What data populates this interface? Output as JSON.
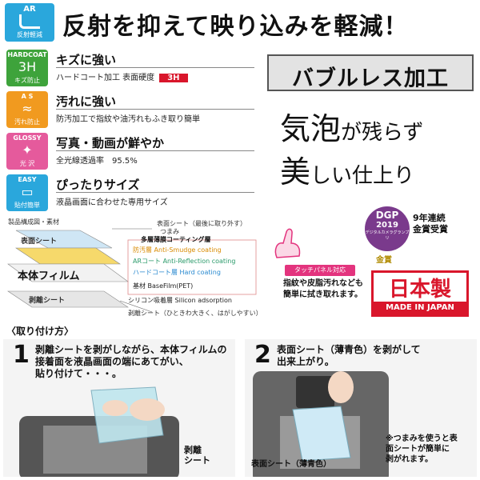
{
  "header": {
    "badge_top": "AR",
    "badge_bottom": "反射軽減",
    "title": "反射を抑えて映り込みを軽減！"
  },
  "features": [
    {
      "badge_label": "HARDCOAT",
      "badge_sub": "キズ防止",
      "badge_icon": "3H",
      "title": "キズに強い",
      "desc": "ハードコート加工 表面硬度",
      "extra": "3H",
      "color": "#3ea33b"
    },
    {
      "badge_label": "A S",
      "badge_sub": "汚れ防止",
      "badge_icon": "≈",
      "title": "汚れに強い",
      "desc": "防汚加工で指紋や油汚れもふき取り簡単",
      "color": "#f19a1f"
    },
    {
      "badge_label": "GLOSSY",
      "badge_sub": "光 沢",
      "badge_icon": "✦",
      "title": "写真・動画が鮮やか",
      "desc": "全光線透過率　95.5%",
      "color": "#e55a9c"
    },
    {
      "badge_label": "EASY",
      "badge_sub": "貼付簡単",
      "badge_icon": "▭",
      "title": "ぴったりサイズ",
      "desc": "液晶画面に合わせた専用サイズ",
      "color": "#2aa7dc"
    }
  ],
  "bubble": {
    "box": "バブルレス加工",
    "line1_a": "気泡",
    "line1_b": "が残らず",
    "line2_a": "美",
    "line2_b": "しい仕上り"
  },
  "structure": {
    "title": "製品構成図・素材",
    "front_sheet": "表面シート（最後に取り外す）",
    "knob": "つまみ",
    "multilayer": "多層薄膜コーティング層",
    "layer_antismudge": "防汚層  Anti-Smudge coating",
    "layer_ar": "ARコート  Anti-Reflection coating",
    "layer_hard": "ハードコート層  Hard coating",
    "layer_base": "基材  BaseFilm(PET)",
    "layer_silicon": "シリコン吸着層  Silicon adsorption",
    "peel_sheet": "剥離シート（ひときわ大きく、はがしやすい）",
    "label_front": "表面シート",
    "label_body": "本体フィルム",
    "label_peel": "剥離シート"
  },
  "award": {
    "dgp": "DGP",
    "year": "2019",
    "gp_name": "デジタルカメラグランプリ",
    "line1": "9年連続",
    "line2": "金賞受賞",
    "gold": "金賞"
  },
  "touch": {
    "badge": "タッチパネル対応",
    "line1": "指紋や皮脂汚れなども",
    "line2": "簡単に拭き取れます。"
  },
  "made_in": {
    "jp": "日本製",
    "en": "MADE IN JAPAN"
  },
  "install": {
    "title": "〈取り付け方〉",
    "step1_num": "1",
    "step1_line1": "剥離シートを剥がしながら、本体フィルムの",
    "step1_line2": "接着面を液晶画面の端にあてがい、",
    "step1_line3": "貼り付けて・・・。",
    "step1_label1": "剥離",
    "step1_label2": "シート",
    "step2_num": "2",
    "step2_line1": "表面シート（薄青色）を剥がして",
    "step2_line2": "出来上がり。",
    "step2_label": "表面シート（薄青色）",
    "step2_note1": "※つまみを使うと表",
    "step2_note2": "面シートが簡単に",
    "step2_note3": "剥がれます。"
  }
}
